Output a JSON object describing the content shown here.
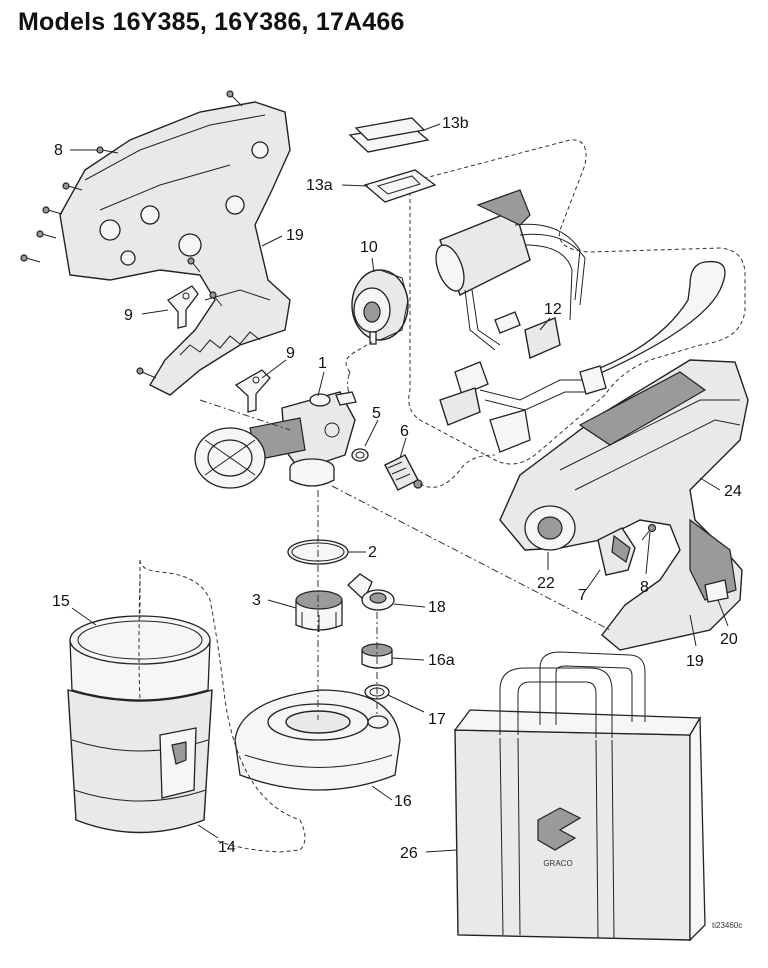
{
  "title": "Models 16Y385, 16Y386, 17A466",
  "callouts": {
    "c8a": "8",
    "c13b": "13b",
    "c13a": "13a",
    "c19a": "19",
    "c10": "10",
    "c9a": "9",
    "c9b": "9",
    "c1": "1",
    "c12": "12",
    "c5": "5",
    "c6": "6",
    "c24": "24",
    "c2": "2",
    "c22": "22",
    "c7": "7",
    "c8b": "8",
    "c20": "20",
    "c19b": "19",
    "c15": "15",
    "c3": "3",
    "c18": "18",
    "c16a": "16a",
    "c17": "17",
    "c16": "16",
    "c14": "14",
    "c26": "26"
  },
  "figure_id": "ti23460c",
  "brand": "GRACO"
}
